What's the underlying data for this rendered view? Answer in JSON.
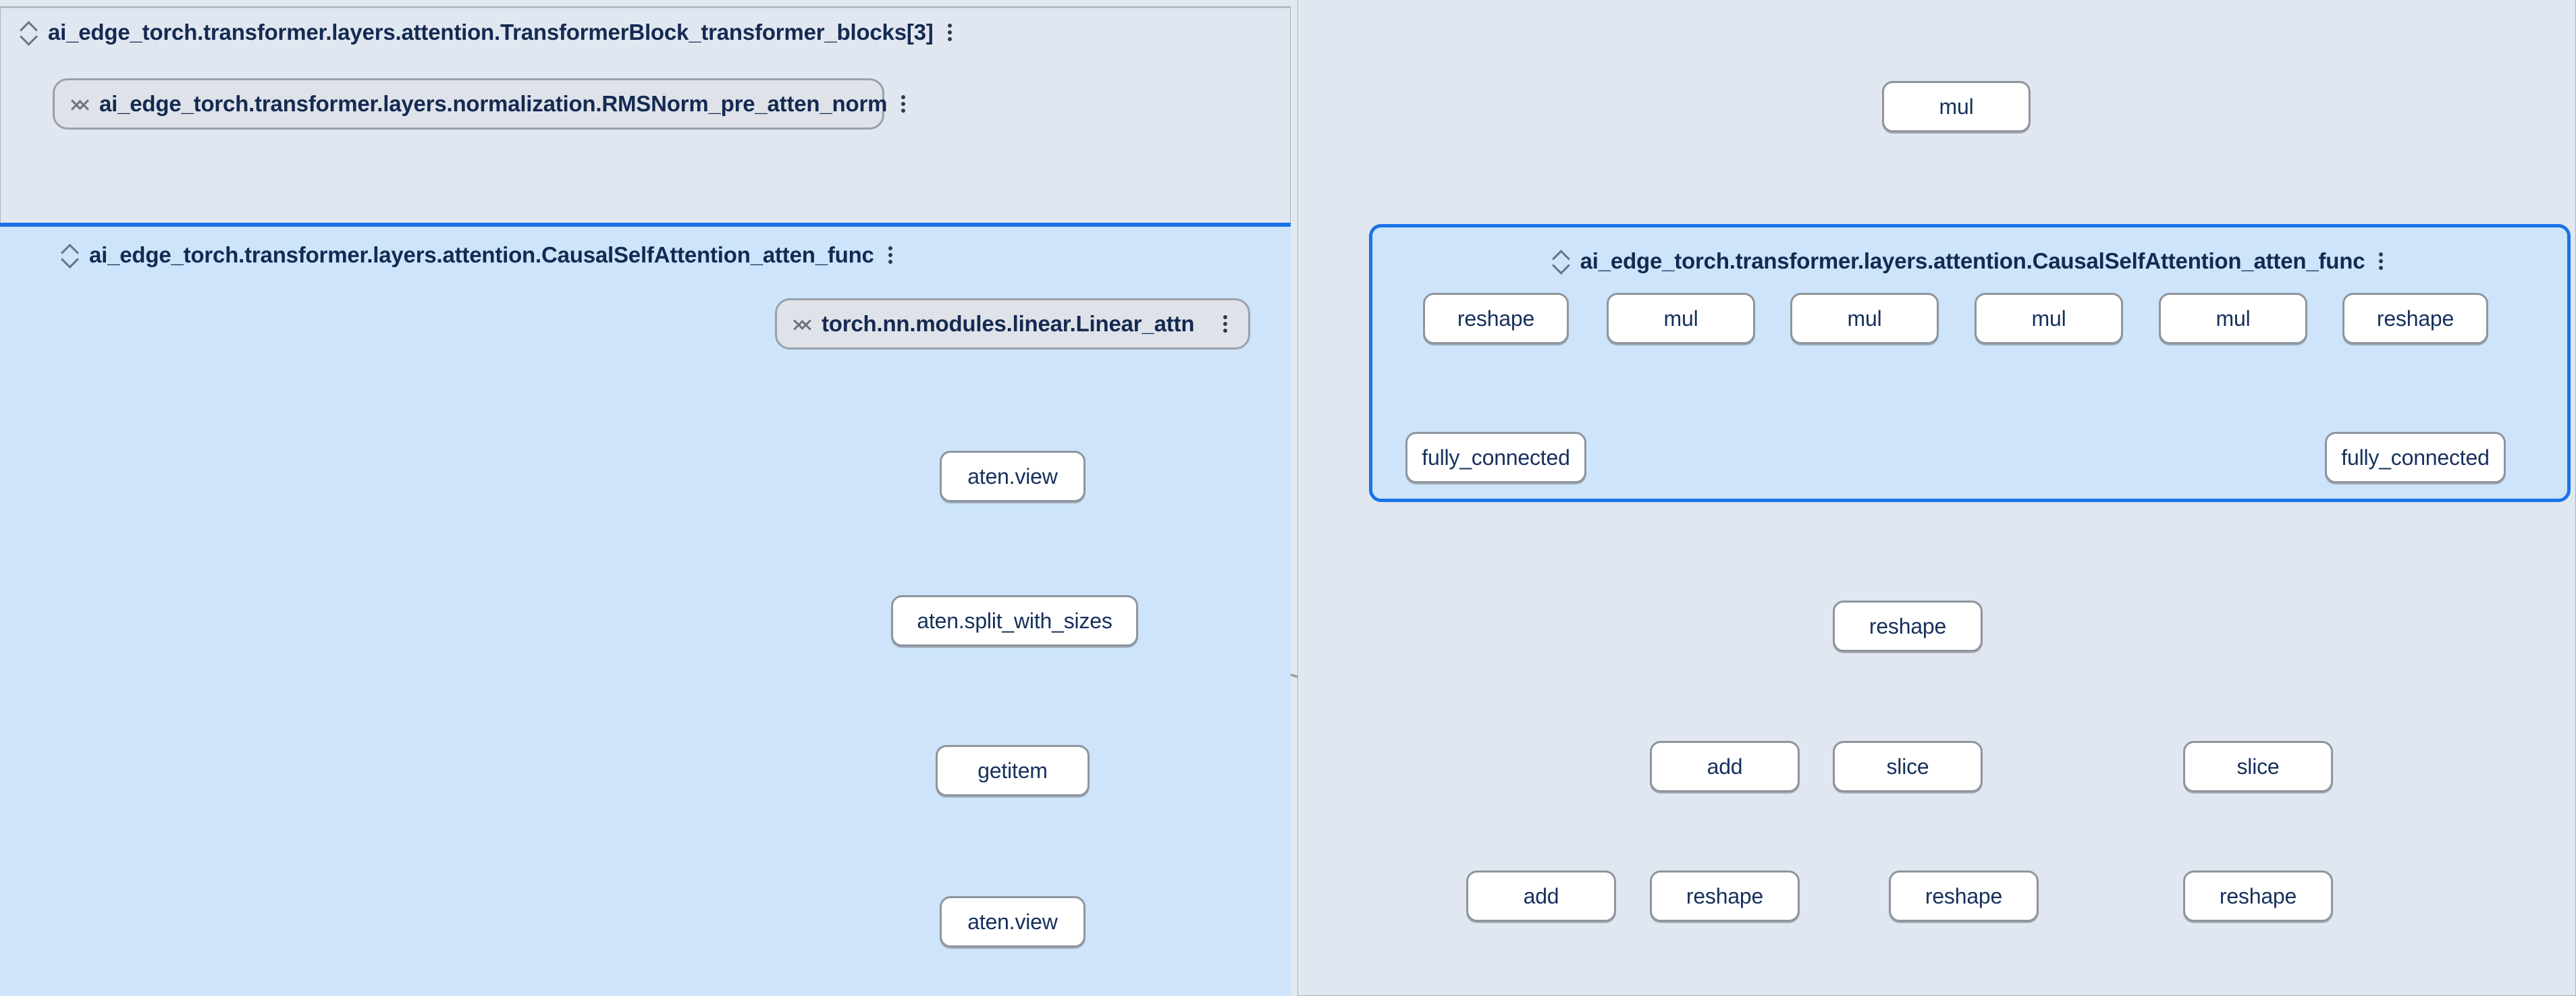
{
  "app": {
    "canvas_background": "#e2e8f0",
    "accent_selected": "#1a73e8",
    "group_fill": "#e1e7f0",
    "selected_group_fill": "#cde4fa",
    "node_fill": "#ffffff",
    "node_border": "#8f959d",
    "text_color": "#142a52",
    "edge_color": "#9b9b96"
  },
  "groups": {
    "transformer_block": {
      "title": "ai_edge_torch.transformer.layers.attention.TransformerBlock_transformer_blocks[3]",
      "expand_icon": "collapse-chevrons-icon",
      "menu_icon": "kebab-menu-icon"
    },
    "causal_self_attention_left": {
      "title": "ai_edge_torch.transformer.layers.attention.CausalSelfAttention_atten_func",
      "expand_icon": "collapse-chevrons-icon",
      "menu_icon": "kebab-menu-icon"
    },
    "causal_self_attention_right": {
      "title": "ai_edge_torch.transformer.layers.attention.CausalSelfAttention_atten_func",
      "expand_icon": "collapse-chevrons-icon",
      "menu_icon": "kebab-menu-icon"
    }
  },
  "module_nodes": [
    {
      "id": "rmsnorm",
      "label": "ai_edge_torch.transformer.layers.normalization.RMSNorm_pre_atten_norm",
      "expand_icon": "expand-chevrons-icon",
      "menu_icon": "kebab-menu-icon"
    },
    {
      "id": "linear_attn",
      "label": "torch.nn.modules.linear.Linear_attn",
      "expand_icon": "expand-chevrons-icon",
      "menu_icon": "kebab-menu-icon"
    }
  ],
  "op_nodes": [
    {
      "id": "l_view1",
      "label": "aten.view"
    },
    {
      "id": "l_split",
      "label": "aten.split_with_sizes"
    },
    {
      "id": "l_getitem",
      "label": "getitem"
    },
    {
      "id": "l_view2",
      "label": "aten.view"
    },
    {
      "id": "r_mul_top",
      "label": "mul"
    },
    {
      "id": "r_reshape_a",
      "label": "reshape"
    },
    {
      "id": "r_mul_1",
      "label": "mul"
    },
    {
      "id": "r_mul_2",
      "label": "mul"
    },
    {
      "id": "r_mul_3",
      "label": "mul"
    },
    {
      "id": "r_mul_4",
      "label": "mul"
    },
    {
      "id": "r_reshape_b",
      "label": "reshape"
    },
    {
      "id": "r_fc_left",
      "label": "fully_connected"
    },
    {
      "id": "r_fc_right",
      "label": "fully_connected"
    },
    {
      "id": "r_reshape_c",
      "label": "reshape"
    },
    {
      "id": "r_add_1",
      "label": "add"
    },
    {
      "id": "r_slice_1",
      "label": "slice"
    },
    {
      "id": "r_slice_2",
      "label": "slice"
    },
    {
      "id": "r_add_2",
      "label": "add"
    },
    {
      "id": "r_reshape_d",
      "label": "reshape"
    },
    {
      "id": "r_reshape_e",
      "label": "reshape"
    },
    {
      "id": "r_reshape_f",
      "label": "reshape"
    }
  ]
}
